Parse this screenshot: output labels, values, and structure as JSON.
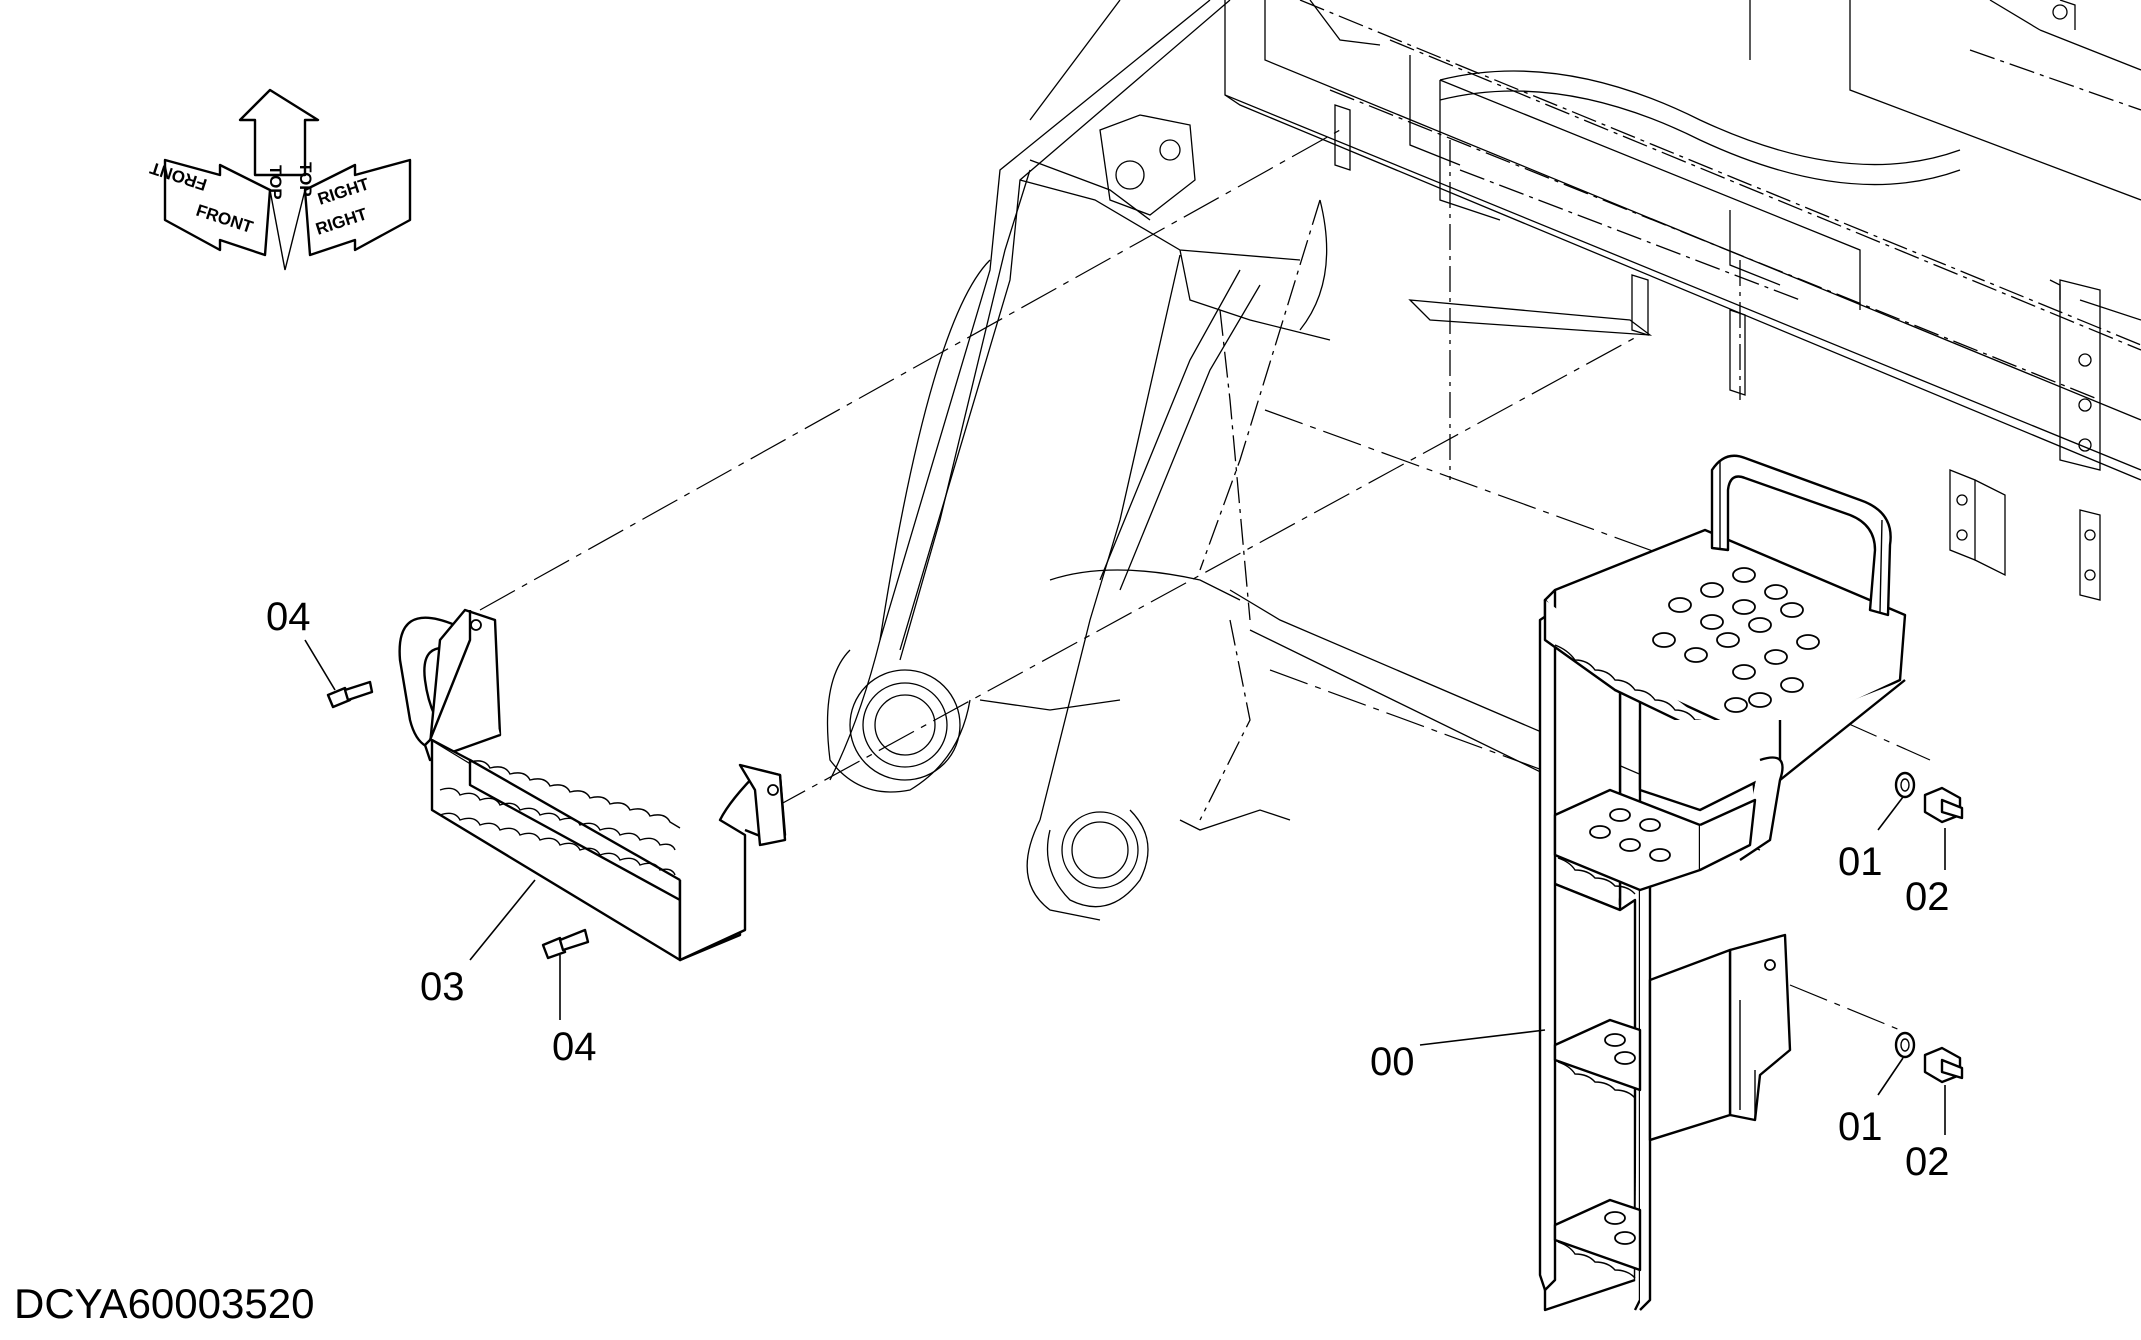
{
  "document_id": "DCYA60003520",
  "orientation_indicator": {
    "top_label": "TOP",
    "front_label": "FRONT",
    "right_label": "RIGHT"
  },
  "callouts": {
    "step_assembly": "00",
    "washer_upper": "01",
    "bolt_upper": "02",
    "washer_lower": "01",
    "bolt_lower": "02",
    "bracket_step": "03",
    "bolt_top_left": "04",
    "bolt_bottom": "04"
  }
}
